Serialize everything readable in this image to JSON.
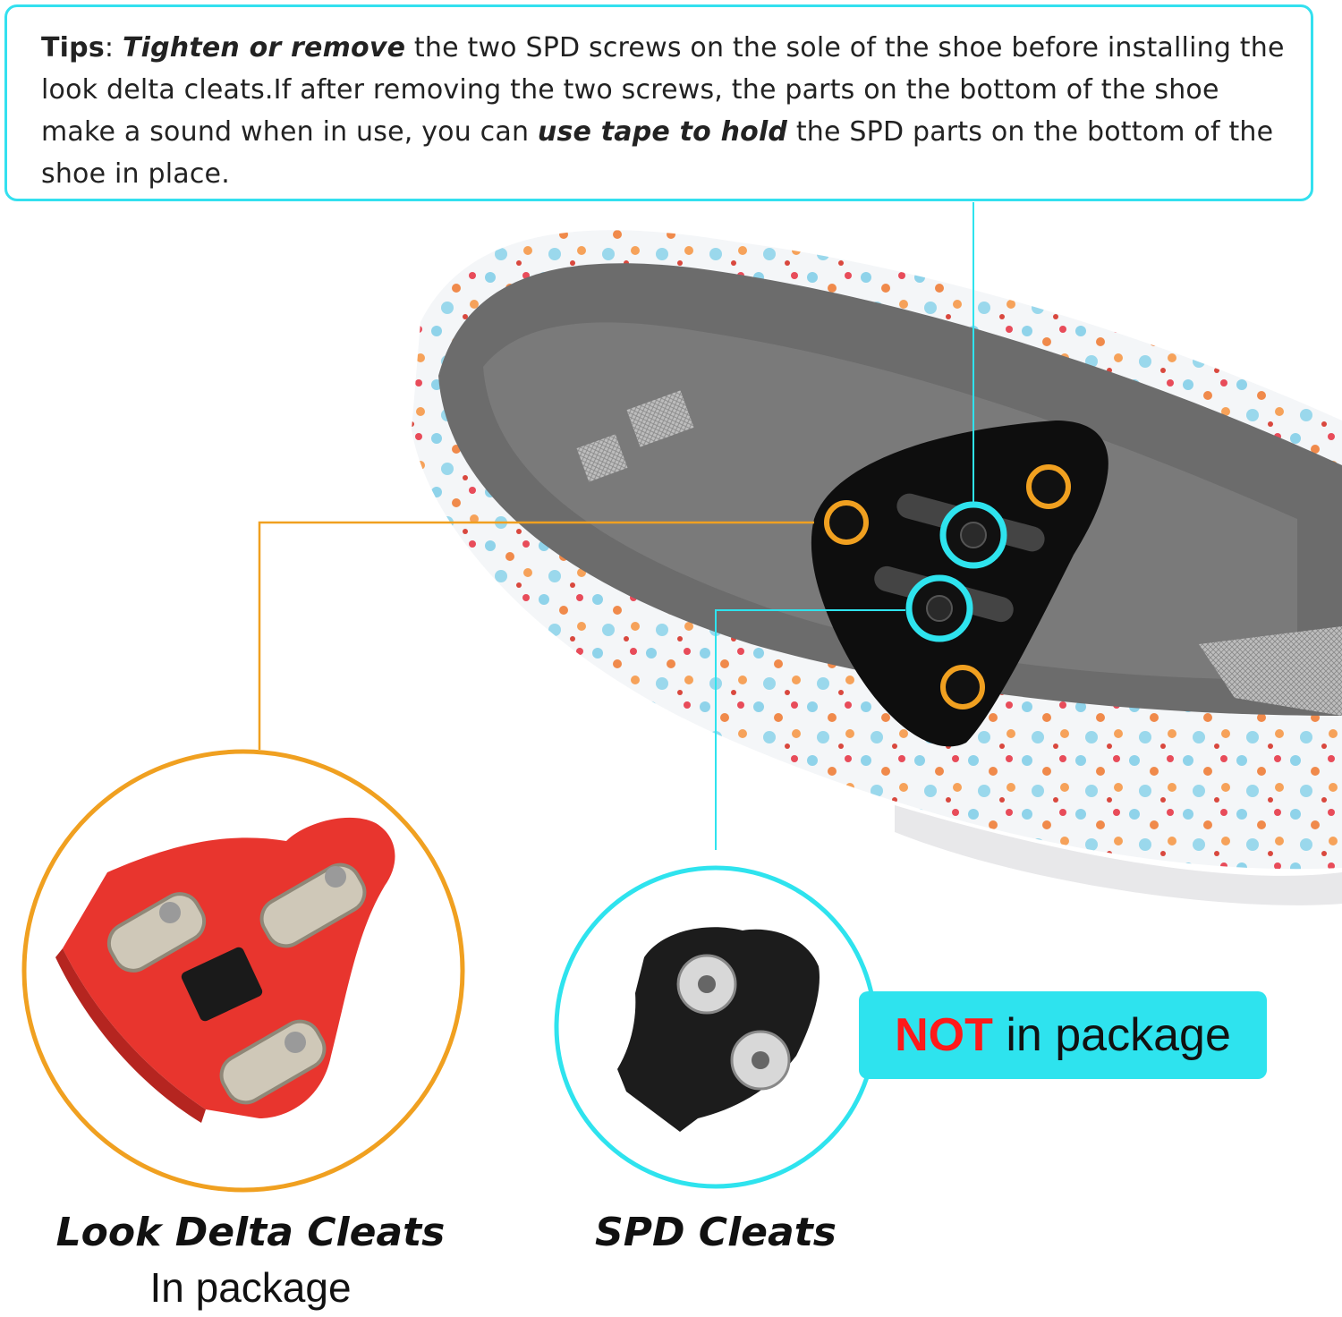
{
  "tips": {
    "label": "Tips",
    "colon": ": ",
    "emph1": "Tighten or remove",
    "text1": " the two SPD screws on the sole of the shoe before installing the look delta cleats.If after removing the two screws, the parts on the bottom of the shoe make a sound when in use, you can ",
    "emph2": "use tape to hold",
    "text2": " the SPD parts on the bottom of the shoe in place."
  },
  "look_cleats": {
    "title": "Look Delta Cleats",
    "subtitle": "In package"
  },
  "spd_cleats": {
    "title": "SPD Cleats",
    "badge_not": "NOT",
    "badge_rest": " in package"
  },
  "colors": {
    "cyan_accent": "#2ee3ee",
    "orange_accent": "#f0a020",
    "look_cleat_red": "#e8352e",
    "not_red": "#ff1a1a"
  }
}
